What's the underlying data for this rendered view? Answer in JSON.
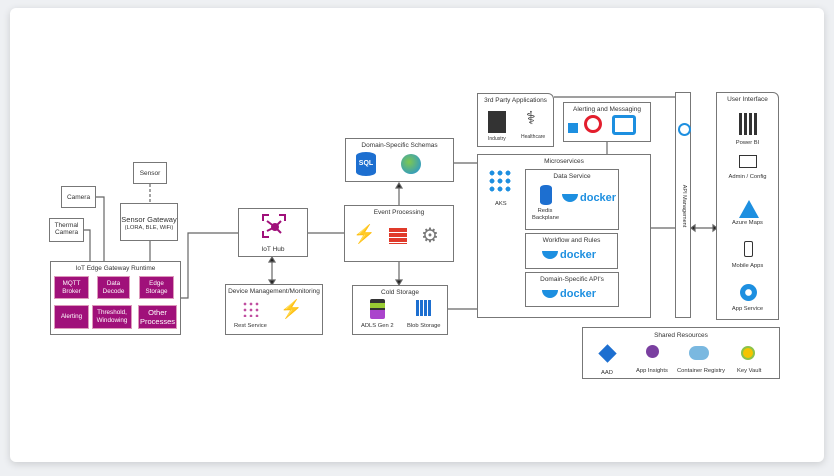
{
  "sensor": "Sensor",
  "camera": "Camera",
  "thermal_camera": "Thermal Camera",
  "sensor_gateway": {
    "title": "Sensor Gateway",
    "sub": "(LORA, BLE, WiFi)"
  },
  "edge_runtime": {
    "title": "IoT Edge Gateway Runtime",
    "tiles": [
      "MQTT Broker",
      "Data Decode",
      "Edge Storage",
      "Alerting",
      "Threshold, Windowing",
      "Other Processes"
    ]
  },
  "iot_hub": "IoT Hub",
  "device_mgmt": {
    "title": "Device Management/Monitoring",
    "rest": "Rest Service"
  },
  "schemas": {
    "title": "Domain-Specific Schemas",
    "sql": "SQL"
  },
  "event_processing": "Event Processing",
  "cold_storage": {
    "title": "Cold Storage",
    "items": [
      "ADLS Gen 2",
      "Blob Storage"
    ]
  },
  "third_party": {
    "title": "3rd Party Applications",
    "items": [
      "Industry",
      "Healthcare"
    ]
  },
  "alerting": "Alerting and Messaging",
  "microservices": {
    "title": "Microservices",
    "aks": "AKS",
    "data_service": "Data Service",
    "redis": "Redis Backplane",
    "workflow": "Workflow and Rules",
    "apis": "Domain-Specific API's",
    "docker": "docker"
  },
  "api_management": "API Management",
  "ui": {
    "title": "User Interface",
    "items": [
      "Power BI",
      "Admin / Config",
      "Azure Maps",
      "Mobile Apps",
      "App Service"
    ]
  },
  "shared": {
    "title": "Shared Resources",
    "items": [
      "AAD",
      "App Insights",
      "Container Registry",
      "Key Vault"
    ]
  },
  "colors": {
    "purple": "#a0107a",
    "azure": "#1d8fe0"
  }
}
